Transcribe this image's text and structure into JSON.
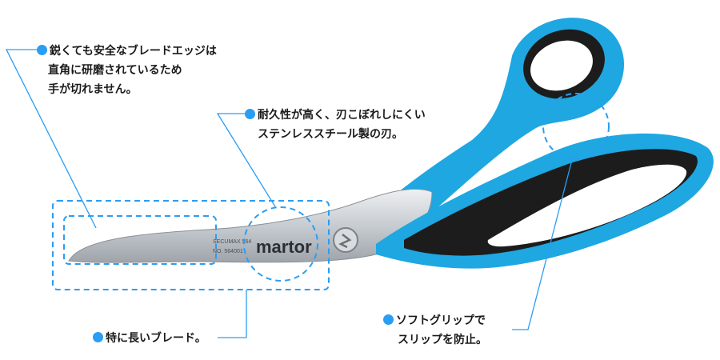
{
  "brand": {
    "logo_text": "martor",
    "blade_stamp_line1": "SECUMAX 564",
    "blade_stamp_line2": "NO. 564001"
  },
  "colors": {
    "accent_blue": "#2a9df4",
    "handle_blue": "#1ea7e1",
    "grip_black": "#1c1c1c",
    "blade_steel": "#c9ced2"
  },
  "callouts": {
    "edge": {
      "icon": "bullet-dot-icon",
      "lines": [
        "鋭くても安全なブレードエッジは",
        "直角に研磨されているため",
        "手が切れません。"
      ]
    },
    "steel": {
      "icon": "bullet-dot-icon",
      "lines": [
        "耐久性が高く、刃こぼれしにくい",
        "ステンレススチール製の刃。"
      ]
    },
    "long_blade": {
      "icon": "bullet-dot-icon",
      "lines": [
        "特に長いブレード。"
      ]
    },
    "grip": {
      "icon": "bullet-dot-icon",
      "lines": [
        "ソフトグリップで",
        "スリップを防止。"
      ]
    }
  }
}
